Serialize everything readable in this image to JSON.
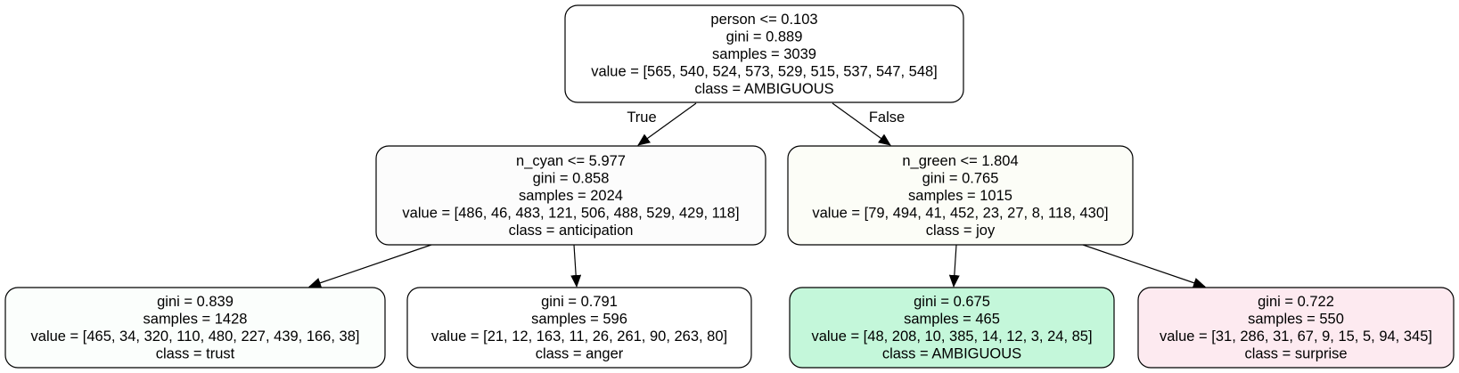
{
  "nodes": [
    {
      "id": "root",
      "lines": [
        "person <= 0.103",
        "gini = 0.889",
        "samples = 3039",
        "value = [565, 540, 524, 573, 529, 515, 537, 547, 548]",
        "class = AMBIGUOUS"
      ],
      "fill": "#ffffff"
    },
    {
      "id": "n_cyan",
      "lines": [
        "n_cyan <= 5.977",
        "gini = 0.858",
        "samples = 2024",
        "value = [486, 46, 483, 121, 506, 488, 529, 429, 118]",
        "class = anticipation"
      ],
      "fill": "#fcfcfc"
    },
    {
      "id": "n_green",
      "lines": [
        "n_green <= 1.804",
        "gini = 0.765",
        "samples = 1015",
        "value = [79, 494, 41, 452, 23, 27, 8, 118, 430]",
        "class = joy"
      ],
      "fill": "#fcfdf7"
    },
    {
      "id": "leaf_trust",
      "lines": [
        "gini = 0.839",
        "samples = 1428",
        "value = [465, 34, 320, 110, 480, 227, 439, 166, 38]",
        "class = trust"
      ],
      "fill": "#fbfefc"
    },
    {
      "id": "leaf_anger",
      "lines": [
        "gini = 0.791",
        "samples = 596",
        "value = [21, 12, 163, 11, 26, 261, 90, 263, 80]",
        "class = anger"
      ],
      "fill": "#ffffff"
    },
    {
      "id": "leaf_ambiguous",
      "lines": [
        "gini = 0.675",
        "samples = 465",
        "value = [48, 208, 10, 385, 14, 12, 3, 24, 85]",
        "class = AMBIGUOUS"
      ],
      "fill": "#c4f7da"
    },
    {
      "id": "leaf_surprise",
      "lines": [
        "gini = 0.722",
        "samples = 550",
        "value = [31, 286, 31, 67, 9, 15, 5, 94, 345]",
        "class = surprise"
      ],
      "fill": "#fdeaf0"
    }
  ],
  "edges": [
    {
      "from": "root",
      "to": "n_cyan",
      "label": "True"
    },
    {
      "from": "root",
      "to": "n_green",
      "label": "False"
    },
    {
      "from": "n_cyan",
      "to": "leaf_trust",
      "label": ""
    },
    {
      "from": "n_cyan",
      "to": "leaf_anger",
      "label": ""
    },
    {
      "from": "n_green",
      "to": "leaf_ambiguous",
      "label": ""
    },
    {
      "from": "n_green",
      "to": "leaf_surprise",
      "label": ""
    }
  ]
}
